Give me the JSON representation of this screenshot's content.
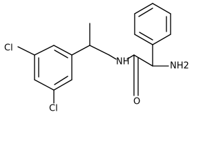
{
  "molecule": {
    "atoms": {
      "cl_top": "Cl",
      "cl_bottom": "Cl",
      "amide_n": "NH",
      "amine": "NH2",
      "carbonyl_o": "O"
    }
  }
}
